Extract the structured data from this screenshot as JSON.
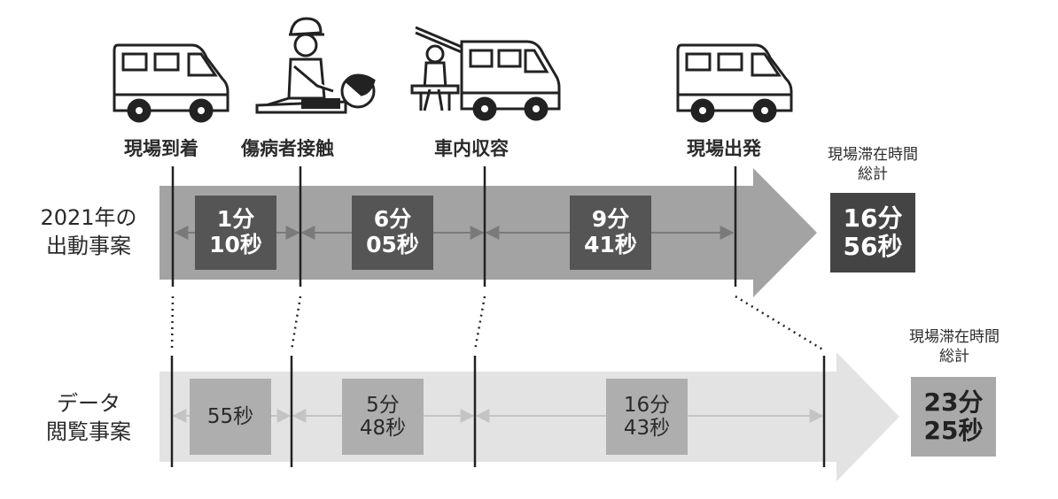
{
  "stages": [
    {
      "label": "現場到着",
      "icon": "ambulance-icon"
    },
    {
      "label": "傷病者接触",
      "icon": "paramedic-cpr-icon"
    },
    {
      "label": "車内収容",
      "icon": "ambulance-loading-stretcher-icon"
    },
    {
      "label": "現場出発",
      "icon": "ambulance-departing-icon"
    }
  ],
  "rows": [
    {
      "label_line1": "2021年の",
      "label_line2": "出動事案",
      "segments": [
        {
          "line1": "1分",
          "line2": "10秒"
        },
        {
          "line1": "6分",
          "line2": "05秒"
        },
        {
          "line1": "9分",
          "line2": "41秒"
        }
      ],
      "total_title_line1": "現場滞在時間",
      "total_title_line2": "総計",
      "total_line1": "16分",
      "total_line2": "56秒"
    },
    {
      "label_line1": "データ",
      "label_line2": "閲覧事案",
      "segments": [
        {
          "line1": "55秒",
          "line2": ""
        },
        {
          "line1": "5分",
          "line2": "48秒"
        },
        {
          "line1": "16分",
          "line2": "43秒"
        }
      ],
      "total_title_line1": "現場滞在時間",
      "total_title_line2": "総計",
      "total_line1": "23分",
      "total_line2": "25秒"
    }
  ],
  "colors": {
    "row1_arrow": "#a3a3a3",
    "row2_arrow": "#e3e3e3",
    "row1_box": "#555555",
    "row2_box": "#aeaeae",
    "row1_total": "#444444",
    "row2_total": "#a9a9a9"
  }
}
